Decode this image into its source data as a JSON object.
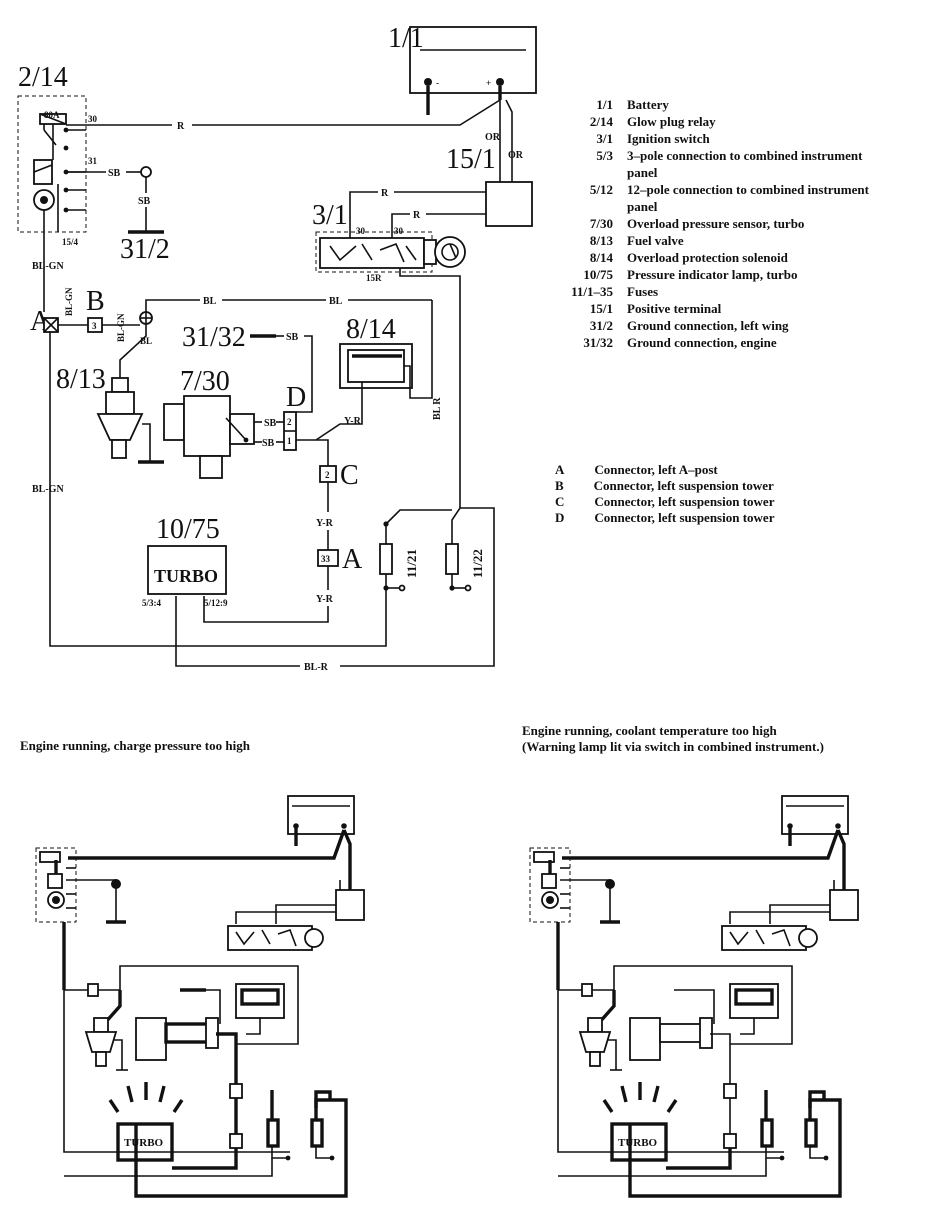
{
  "refs": {
    "battery": "1/1",
    "glow_plug_relay": "2/14",
    "positive_terminal": "15/1",
    "ignition_switch": "3/1",
    "ground_left_wing": "31/2",
    "ground_engine": "31/32",
    "fuel_valve": "8/13",
    "overload_sensor": "7/30",
    "overload_solenoid": "8/14",
    "pressure_lamp": "10/75",
    "fuse_a": "11/21",
    "fuse_b": "11/22"
  },
  "connectors": {
    "a": "A",
    "b": "B",
    "c": "C",
    "d": "D"
  },
  "pins": {
    "a": "33",
    "b": "3",
    "c": "2",
    "d_top": "2",
    "d_bot": "1"
  },
  "wire_labels": {
    "r": "R",
    "or": "OR",
    "sb": "SB",
    "bl": "BL",
    "bl_gn": "BL-GN",
    "bl_r": "BL-R",
    "y_r": "Y-R",
    "bl_r_vert": "BL R"
  },
  "terminals": {
    "t30": "30",
    "t31": "31",
    "t15_4": "15/4",
    "t15r": "15R",
    "fuse80a": "80A",
    "p5_3_4": "5/3:4",
    "p5_12_9": "5/12:9"
  },
  "lamp_text": "TURBO",
  "legend": [
    {
      "code": "1/1",
      "desc": "Battery"
    },
    {
      "code": "2/14",
      "desc": "Glow plug relay"
    },
    {
      "code": "3/1",
      "desc": "Ignition switch"
    },
    {
      "code": "5/3",
      "desc": "3–pole connection to combined instrument panel"
    },
    {
      "code": "5/12",
      "desc": "12–pole connection to combined instrument panel"
    },
    {
      "code": "7/30",
      "desc": "Overload pressure sensor, turbo"
    },
    {
      "code": "8/13",
      "desc": "Fuel valve"
    },
    {
      "code": "8/14",
      "desc": "Overload protection solenoid"
    },
    {
      "code": "10/75",
      "desc": "Pressure indicator lamp, turbo"
    },
    {
      "code": "11/1–35",
      "desc": "Fuses"
    },
    {
      "code": "15/1",
      "desc": "Positive terminal"
    },
    {
      "code": "31/2",
      "desc": "Ground connection, left wing"
    },
    {
      "code": "31/32",
      "desc": "Ground connection, engine"
    }
  ],
  "connector_legend": [
    {
      "code": "A",
      "desc": "Connector, left A–post"
    },
    {
      "code": "B",
      "desc": "Connector, left suspension tower"
    },
    {
      "code": "C",
      "desc": "Connector, left suspension tower"
    },
    {
      "code": "D",
      "desc": "Connector, left suspension tower"
    }
  ],
  "captions": {
    "left": "Engine running, charge pressure too high",
    "right_line1": "Engine running, coolant temperature too high",
    "right_line2": "(Warning lamp lit via  switch in combined instrument.)"
  }
}
